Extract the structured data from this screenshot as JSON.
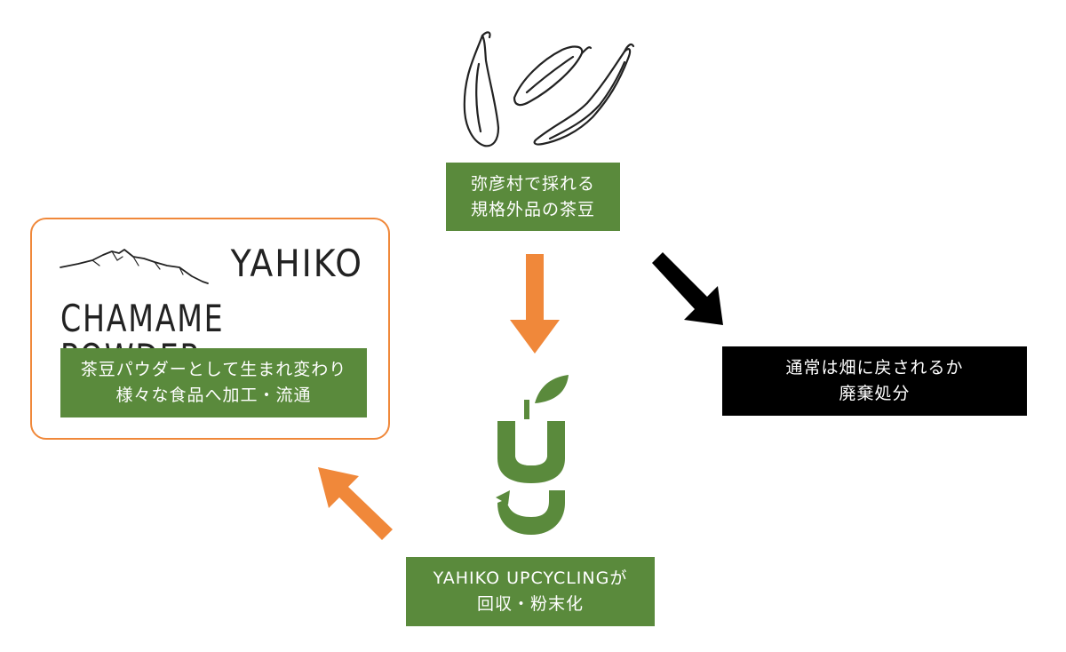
{
  "source": {
    "lines": [
      "弥彦村で採れる",
      "規格外品の茶豆"
    ]
  },
  "disposal": {
    "lines": [
      "通常は畑に戻されるか",
      "廃棄処分"
    ]
  },
  "upcycling": {
    "lines": [
      "YAHIKO UPCYCLINGが",
      "回収・粉末化"
    ]
  },
  "product": {
    "brand_line1": "YAHIKO",
    "brand_line2": "CHAMAME POWDER",
    "desc_lines": [
      "茶豆パウダーとして生まれ変わり",
      "様々な食品へ加工・流通"
    ]
  },
  "colors": {
    "green": "#5a8a3c",
    "orange": "#f0883a",
    "black": "#000000"
  },
  "icons": [
    "edamame-pods-icon",
    "mountain-icon",
    "upcycling-logo-icon"
  ]
}
